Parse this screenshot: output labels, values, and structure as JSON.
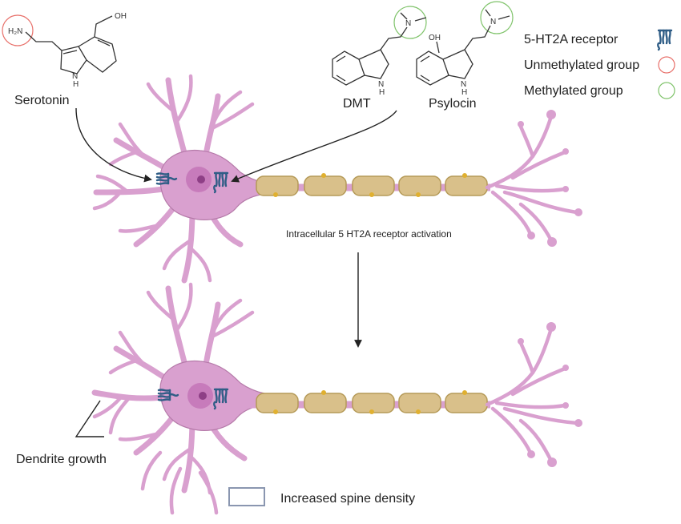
{
  "labels": {
    "serotonin": "Serotonin",
    "dmt": "DMT",
    "psylocin": "Psylocin",
    "activation": "Intracellular 5 HT2A receptor activation",
    "dendrite_growth": "Dendrite growth",
    "spine_density": "Increased spine density"
  },
  "legend": {
    "receptor": "5-HT2A receptor",
    "unmethylated": "Unmethylated group",
    "methylated": "Methylated group"
  },
  "atoms": {
    "h2n": "H₂N",
    "oh": "OH",
    "nh_n": "N",
    "nh_h": "H",
    "n": "N"
  },
  "colors": {
    "unmethylated": "#e8706a",
    "methylated": "#7fc36a",
    "receptor": "#2f5d86",
    "neuron": "#d9a0cf",
    "myelin": "#d9c08a",
    "spine_box": "#8a96b0"
  }
}
